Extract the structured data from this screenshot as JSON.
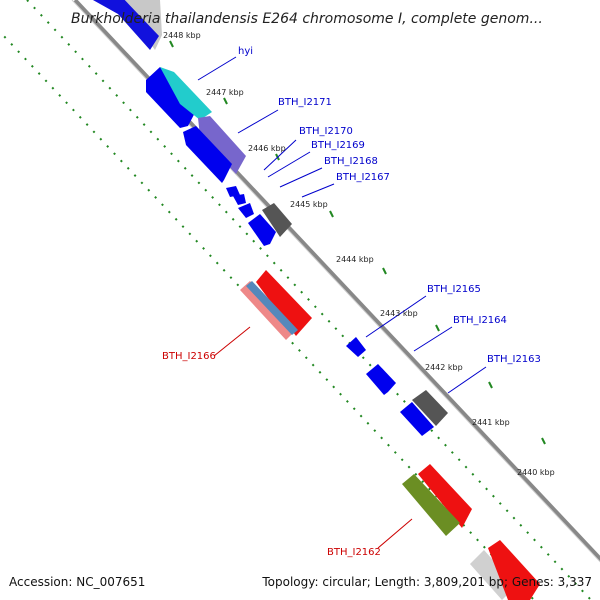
{
  "title": "Burkholderia thailandensis E264 chromosome I, complete genom...",
  "footer": {
    "accession": "Accession: NC_007651",
    "summary": "Topology: circular; Length: 3,809,201 bp; Genes: 3,337"
  },
  "ticks": [
    "2448 kbp",
    "2447 kbp",
    "2446 kbp",
    "2445 kbp",
    "2444 kbp",
    "2443 kbp",
    "2442 kbp",
    "2441 kbp",
    "2440 kbp"
  ],
  "gene_labels_forward": [
    "hyi",
    "BTH_I2171",
    "BTH_I2170",
    "BTH_I2169",
    "BTH_I2168",
    "BTH_I2167",
    "BTH_I2165",
    "BTH_I2164",
    "BTH_I2163"
  ],
  "gene_labels_reverse": [
    "BTH_I2166",
    "BTH_I2162"
  ],
  "colors": {
    "cds": "#0000ee",
    "hyi": "#22cccc",
    "purple": "#7766cc",
    "gray_dark": "#555555",
    "gray_light": "#c8c8c8",
    "red": "#ee1111",
    "pink": "#ee8888",
    "steel": "#5588bb",
    "olive": "#6b8e23",
    "dotted": "#228822",
    "connector_fwd": "#0000cc",
    "connector_rev": "#cc0000"
  }
}
